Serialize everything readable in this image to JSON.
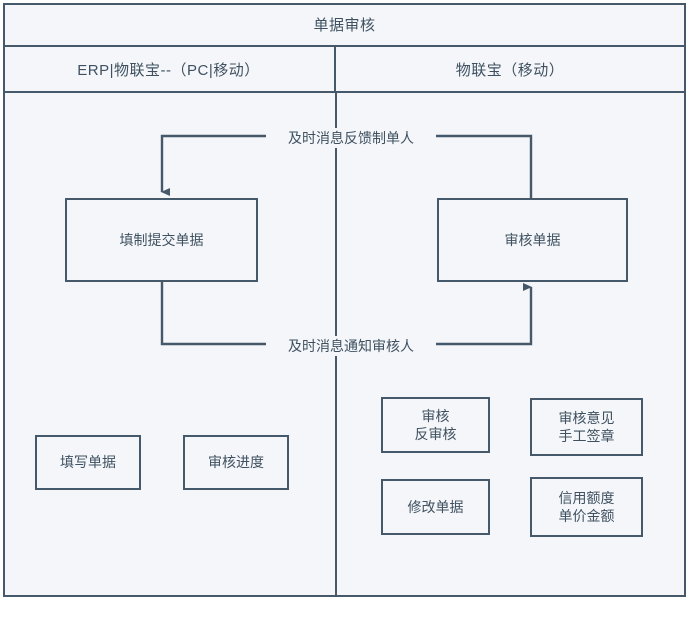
{
  "diagram": {
    "title": "单据审核",
    "lanes": [
      {
        "id": "lane-erp",
        "label": "ERP|物联宝--（PC|移动）"
      },
      {
        "id": "lane-mobile",
        "label": "物联宝（移动）"
      }
    ],
    "nodes": [
      {
        "id": "fill-submit-doc",
        "label": "填制提交单据"
      },
      {
        "id": "review-doc",
        "label": "审核单据"
      },
      {
        "id": "write-doc",
        "label": "填写单据"
      },
      {
        "id": "review-progress",
        "label": "审核进度"
      },
      {
        "id": "review-unreview",
        "label": "审核\n反审核"
      },
      {
        "id": "review-opinion-sign",
        "label": "审核意见\n手工签章"
      },
      {
        "id": "modify-doc",
        "label": "修改单据"
      },
      {
        "id": "credit-limit-amount",
        "label": "信用额度\n单价金额"
      }
    ],
    "edges": [
      {
        "id": "edge-feedback-to-creator",
        "label": "及时消息反馈制单人"
      },
      {
        "id": "edge-notify-reviewer",
        "label": "及时消息通知审核人"
      }
    ],
    "colors": {
      "border": "#46596b",
      "fill": "#f4f6f9",
      "text": "#3f5161",
      "page": "#ffffff"
    }
  }
}
